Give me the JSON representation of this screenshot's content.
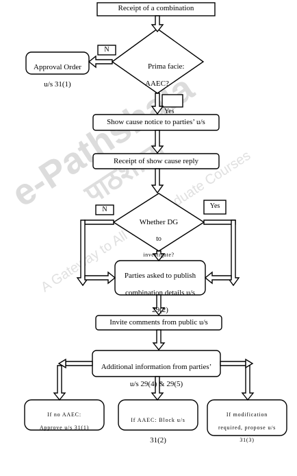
{
  "nodes": {
    "receipt_combination": "Receipt of a combination",
    "prima_facie_line1": "Prima facie:",
    "prima_facie_line2": "AAEC?",
    "approval_order_line1": "Approval Order",
    "approval_order_line2": "u/s 31(1)",
    "show_cause_notice": "Show cause notice to parties’ u/s",
    "receipt_reply": "Receipt of show cause reply",
    "dg_line1": "Whether DG",
    "dg_line2": "to",
    "dg_line3": "investigate?",
    "publish_line1": "Parties asked to publish",
    "publish_line2": "combination details u/s",
    "publish_line3": "29(2)",
    "invite_comments": "Invite comments from public u/s",
    "additional_line1": "Additional information from parties’",
    "additional_line2": "u/s 29(4) & 29(5)",
    "no_aaec_line1": "If no AAEC:",
    "no_aaec_line2": "Approve u/s 31(1)",
    "aaec_block_line1": "If AAEC: Block u/s",
    "aaec_block_line2": "31(2)",
    "modification_line1": "If modification",
    "modification_line2": "required, propose u/s",
    "modification_line3": "31(3)"
  },
  "edge_labels": {
    "n1": "N",
    "yes1": "Yes",
    "n2": "N",
    "yes2": "Yes"
  },
  "watermark": {
    "logo": "e-Pathshala",
    "devanagari": "पाठशाला",
    "tagline": "A Gateway to All Post Graduate Courses"
  },
  "colors": {
    "stroke": "#000000",
    "watermark": "#d9d9d9"
  }
}
